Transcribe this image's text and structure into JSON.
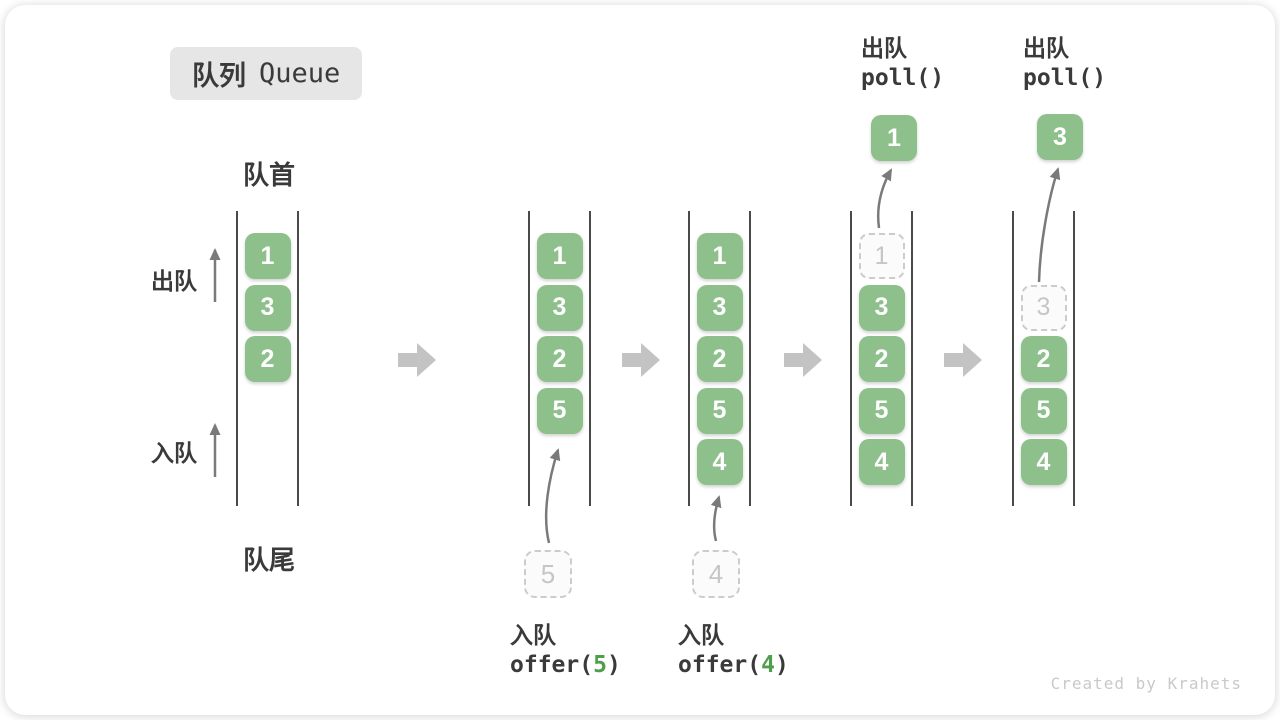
{
  "title_badge": {
    "zh": "队列",
    "en": "Queue"
  },
  "labels": {
    "front": "队首",
    "rear": "队尾",
    "dequeue": "出队",
    "enqueue": "入队"
  },
  "watermark": "Created by Krahets",
  "colors": {
    "box_green": "#8EC08B",
    "box_text": "#FFFFFF",
    "code_green": "#4F9E4C",
    "dashed_border": "#CCCCCC",
    "dashed_fill": "#FBFBFB",
    "dashed_text": "#C6C6C6",
    "line_color": "#4A4A4A",
    "big_arrow": "#C3C3C3",
    "thin_arrow": "#7A7A7A",
    "text_dark": "#3A3A3A",
    "badge_bg": "#E6E6E6",
    "watermark_gray": "#C9C9C9"
  },
  "states": [
    {
      "name": "state-1-initial",
      "slots": [
        {
          "value": "1",
          "type": "solid"
        },
        {
          "value": "3",
          "type": "solid"
        },
        {
          "value": "2",
          "type": "solid"
        }
      ],
      "annotation": null
    },
    {
      "name": "state-2-after-offer-5",
      "slots": [
        {
          "value": "1",
          "type": "solid"
        },
        {
          "value": "3",
          "type": "solid"
        },
        {
          "value": "2",
          "type": "solid"
        },
        {
          "value": "5",
          "type": "solid"
        }
      ],
      "annotation": {
        "kind": "enqueue",
        "label": "入队",
        "code_prefix": "offer(",
        "code_value": "5",
        "code_suffix": ")",
        "ghost_value": "5"
      }
    },
    {
      "name": "state-3-after-offer-4",
      "slots": [
        {
          "value": "1",
          "type": "solid"
        },
        {
          "value": "3",
          "type": "solid"
        },
        {
          "value": "2",
          "type": "solid"
        },
        {
          "value": "5",
          "type": "solid"
        },
        {
          "value": "4",
          "type": "solid"
        }
      ],
      "annotation": {
        "kind": "enqueue",
        "label": "入队",
        "code_prefix": "offer(",
        "code_value": "4",
        "code_suffix": ")",
        "ghost_value": "4"
      }
    },
    {
      "name": "state-4-after-poll-1",
      "slots": [
        {
          "value": "1",
          "type": "dashed"
        },
        {
          "value": "3",
          "type": "solid"
        },
        {
          "value": "2",
          "type": "solid"
        },
        {
          "value": "5",
          "type": "solid"
        },
        {
          "value": "4",
          "type": "solid"
        }
      ],
      "annotation": {
        "kind": "dequeue",
        "label": "出队",
        "code": "poll()",
        "removed_value": "1"
      }
    },
    {
      "name": "state-5-after-poll-3",
      "slots": [
        {
          "value": "",
          "type": "empty"
        },
        {
          "value": "3",
          "type": "dashed"
        },
        {
          "value": "2",
          "type": "solid"
        },
        {
          "value": "5",
          "type": "solid"
        },
        {
          "value": "4",
          "type": "solid"
        }
      ],
      "annotation": {
        "kind": "dequeue",
        "label": "出队",
        "code": "poll()",
        "removed_value": "3"
      }
    }
  ]
}
